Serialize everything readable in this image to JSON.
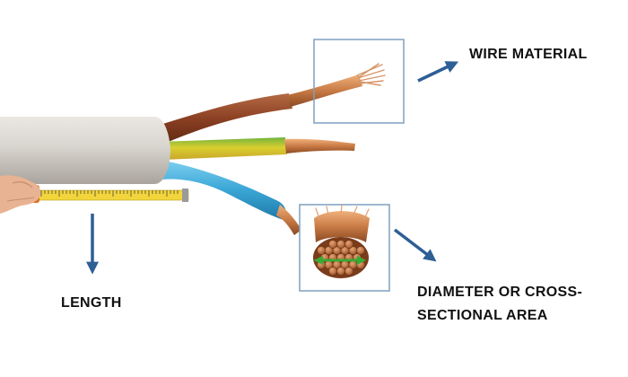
{
  "labels": {
    "wire_material": "WIRE MATERIAL",
    "length": "LENGTH",
    "diameter_line1": "DIAMETER OR CROSS-",
    "diameter_line2": "SECTIONAL AREA"
  },
  "colors": {
    "arrow": "#2e5f95",
    "box_border": "#7fa0c0",
    "sheath": "#d6d2cc",
    "brown_wire": "#8a3f22",
    "blue_wire": "#3aa6d6",
    "yellow_green_wire": "#c9c02a",
    "copper": "#c87a45",
    "tape": "#f2d53c",
    "diameter_arrow": "#3aaa35"
  },
  "icons": [
    "arrow-icon",
    "tape-measure-icon",
    "hand-icon"
  ]
}
